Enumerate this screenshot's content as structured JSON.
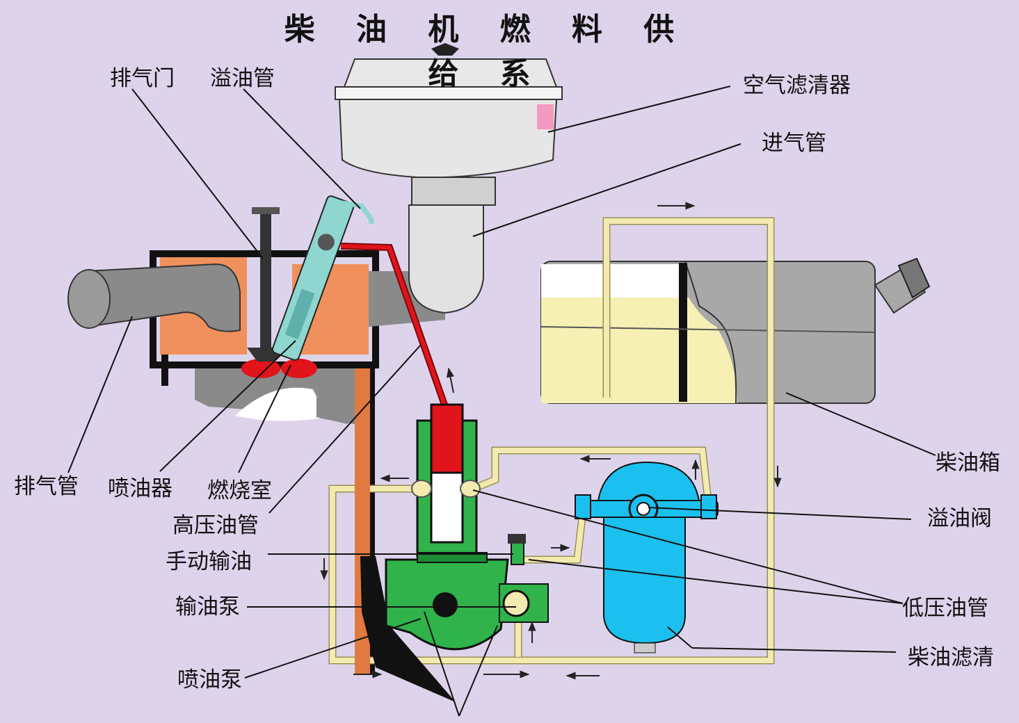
{
  "title": "柴 油 机 燃 料 供 给 系",
  "labels": {
    "exhaust_valve": "排气门",
    "overflow_pipe": "溢油管",
    "air_filter": "空气滤清器",
    "intake_pipe": "进气管",
    "exhaust_pipe": "排气管",
    "injector": "喷油器",
    "combustion_chamber": "燃烧室",
    "high_pressure_pipe": "高压油管",
    "hand_pump": "手动输油",
    "transfer_pump": "输油泵",
    "injection_pump": "喷油泵",
    "fuel_tank": "柴油箱",
    "overflow_valve": "溢油阀",
    "low_pressure_pipe": "低压油管",
    "fuel_filter": "柴油滤清"
  },
  "colors": {
    "background": "#ddd4ec",
    "fuel_line": "#f3eab0",
    "high_pressure": "#e0141a",
    "injector": "#8fd6d0",
    "pump_body": "#2fb34a",
    "filter": "#1cc0ee",
    "fuel": "#f6f0b4",
    "cylinder_head": "#f0905c",
    "air_filter": "#e8e8e8"
  }
}
